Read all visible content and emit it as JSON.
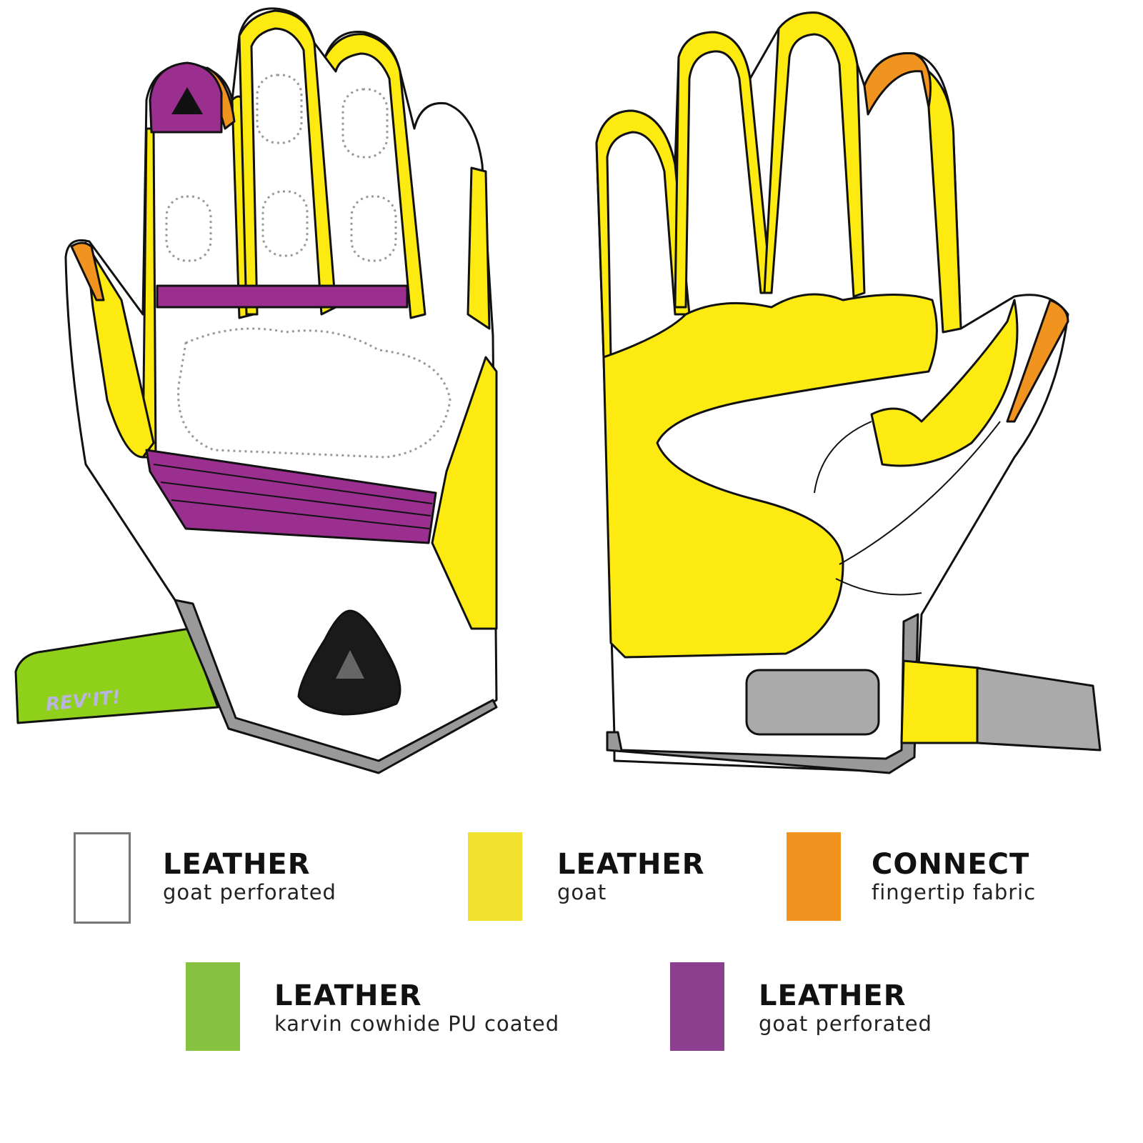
{
  "logo_text": "REV'IT!",
  "colors": {
    "white_leather": "#ffffff",
    "yellow_leather": "#fcea10",
    "orange_connect": "#f0931f",
    "green_leather": "#8cc63f",
    "purple_leather": "#8e3f8f"
  },
  "legend": [
    {
      "title": "LEATHER",
      "subtitle": "goat perforated",
      "color": "#ffffff"
    },
    {
      "title": "LEATHER",
      "subtitle": "goat",
      "color": "#f2e230"
    },
    {
      "title": "CONNECT",
      "subtitle": "fingertip fabric",
      "color": "#f0931f"
    },
    {
      "title": "LEATHER",
      "subtitle": "karvin cowhide PU coated",
      "color": "#86c13f"
    },
    {
      "title": "LEATHER",
      "subtitle": "goat perforated",
      "color": "#8b3f8e"
    }
  ]
}
